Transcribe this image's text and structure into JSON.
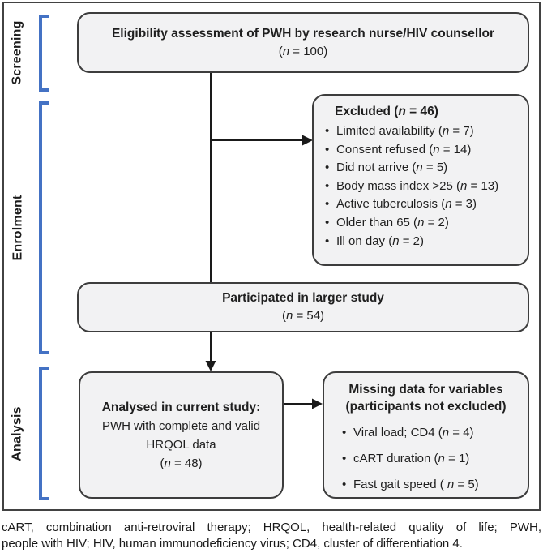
{
  "accent_color": "#4472c4",
  "line_color": "#1a1a1a",
  "box_fill": "#f2f2f3",
  "box_border": "#3d3d3d",
  "stage_labels": {
    "screening": "Screening",
    "enrolment": "Enrolment",
    "analysis": "Analysis"
  },
  "boxes": {
    "screening": {
      "title": "Eligibility assessment of PWH by research nurse/HIV counsellor",
      "n": "(n = 100)"
    },
    "excluded": {
      "title": "Excluded (n = 46)",
      "items": [
        "Limited availability (n = 7)",
        "Consent refused (n = 14)",
        "Did not arrive (n = 5)",
        "Body mass index >25 (n = 13)",
        "Active tuberculosis (n = 3)",
        "Older than 65 (n = 2)",
        "Ill on day (n = 2)"
      ]
    },
    "participated": {
      "title": "Participated in larger study",
      "n": "(n = 54)"
    },
    "analysed": {
      "title": "Analysed in current study:",
      "line2": "PWH with complete and valid",
      "line3": "HRQOL data",
      "n": "(n = 48)"
    },
    "missing": {
      "title_line1": "Missing data for variables",
      "title_line2": "(participants not excluded)",
      "items": [
        "Viral load; CD4 (n = 4)",
        "cART duration (n = 1)",
        "Fast gait speed ( n = 5)"
      ]
    }
  },
  "caption": {
    "line1": "cART, combination anti-retroviral therapy; HRQOL, health-related quality of life; PWH,",
    "line2": "people with HIV; HIV, human immunodeficiency virus; CD4, cluster of differentiation 4."
  }
}
